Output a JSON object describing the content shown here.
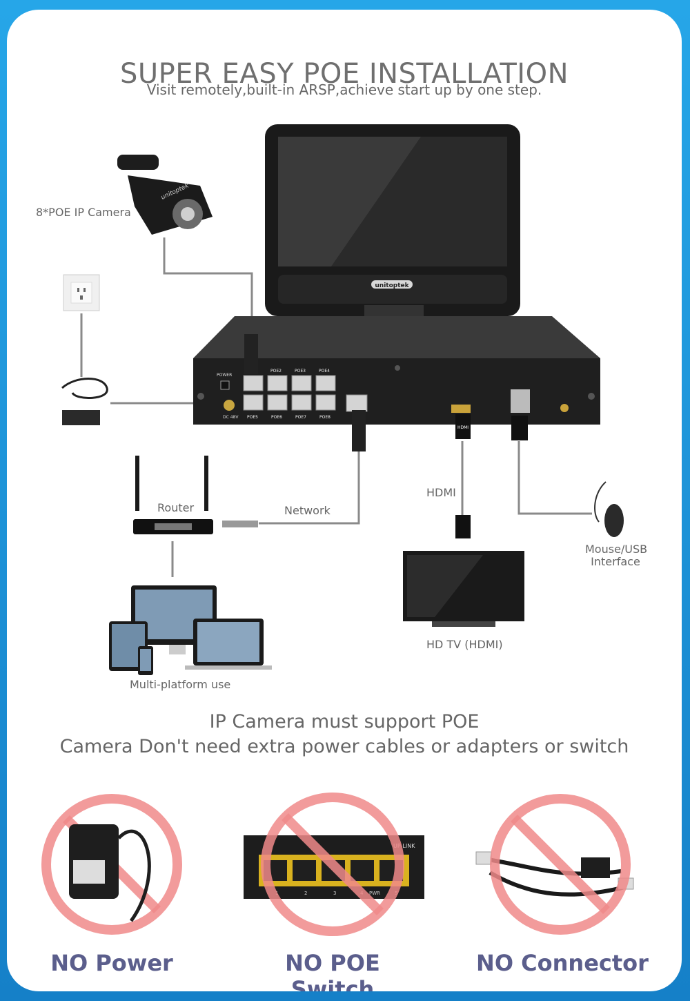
{
  "header": {
    "title": "SUPER EASY POE INSTALLATION",
    "subtitle": "Visit remotely,built-in ARSP,achieve start up by one step."
  },
  "diagram": {
    "camera_label": "8*POE IP Camera",
    "router_label": "Router",
    "network_label": "Network",
    "hdmi_label": "HDMI",
    "mouse_label_line1": "Mouse/USB",
    "mouse_label_line2": "Interface",
    "tv_label": "HD  TV (HDMI)",
    "multi_label": "Multi-platform use",
    "brand": "unitoptek",
    "nvr_ports": {
      "power": "POWER",
      "dc": "DC 48V",
      "poe_top": [
        "POE2",
        "POE3",
        "POE4"
      ],
      "poe_bottom": [
        "POE5",
        "POE6",
        "POE7",
        "POE8"
      ],
      "hdmi_plug": "HDMI"
    }
  },
  "notes": {
    "line1": "IP Camera must support POE",
    "line2": "Camera Don't need extra power cables or adapters or switch"
  },
  "bottom": {
    "no_power": "NO Power",
    "no_switch": "NO POE Switch",
    "no_connector": "NO Connector",
    "switch_uplink": "UP-LINK",
    "switch_pwr": "PWR",
    "switch_ports": [
      "1",
      "2",
      "3",
      "4",
      "5"
    ]
  },
  "colors": {
    "border": "#1a8fd6",
    "prohibit": "#f08a8a",
    "no_text": "#5b5e8c",
    "cable": "#8a8a8a"
  }
}
